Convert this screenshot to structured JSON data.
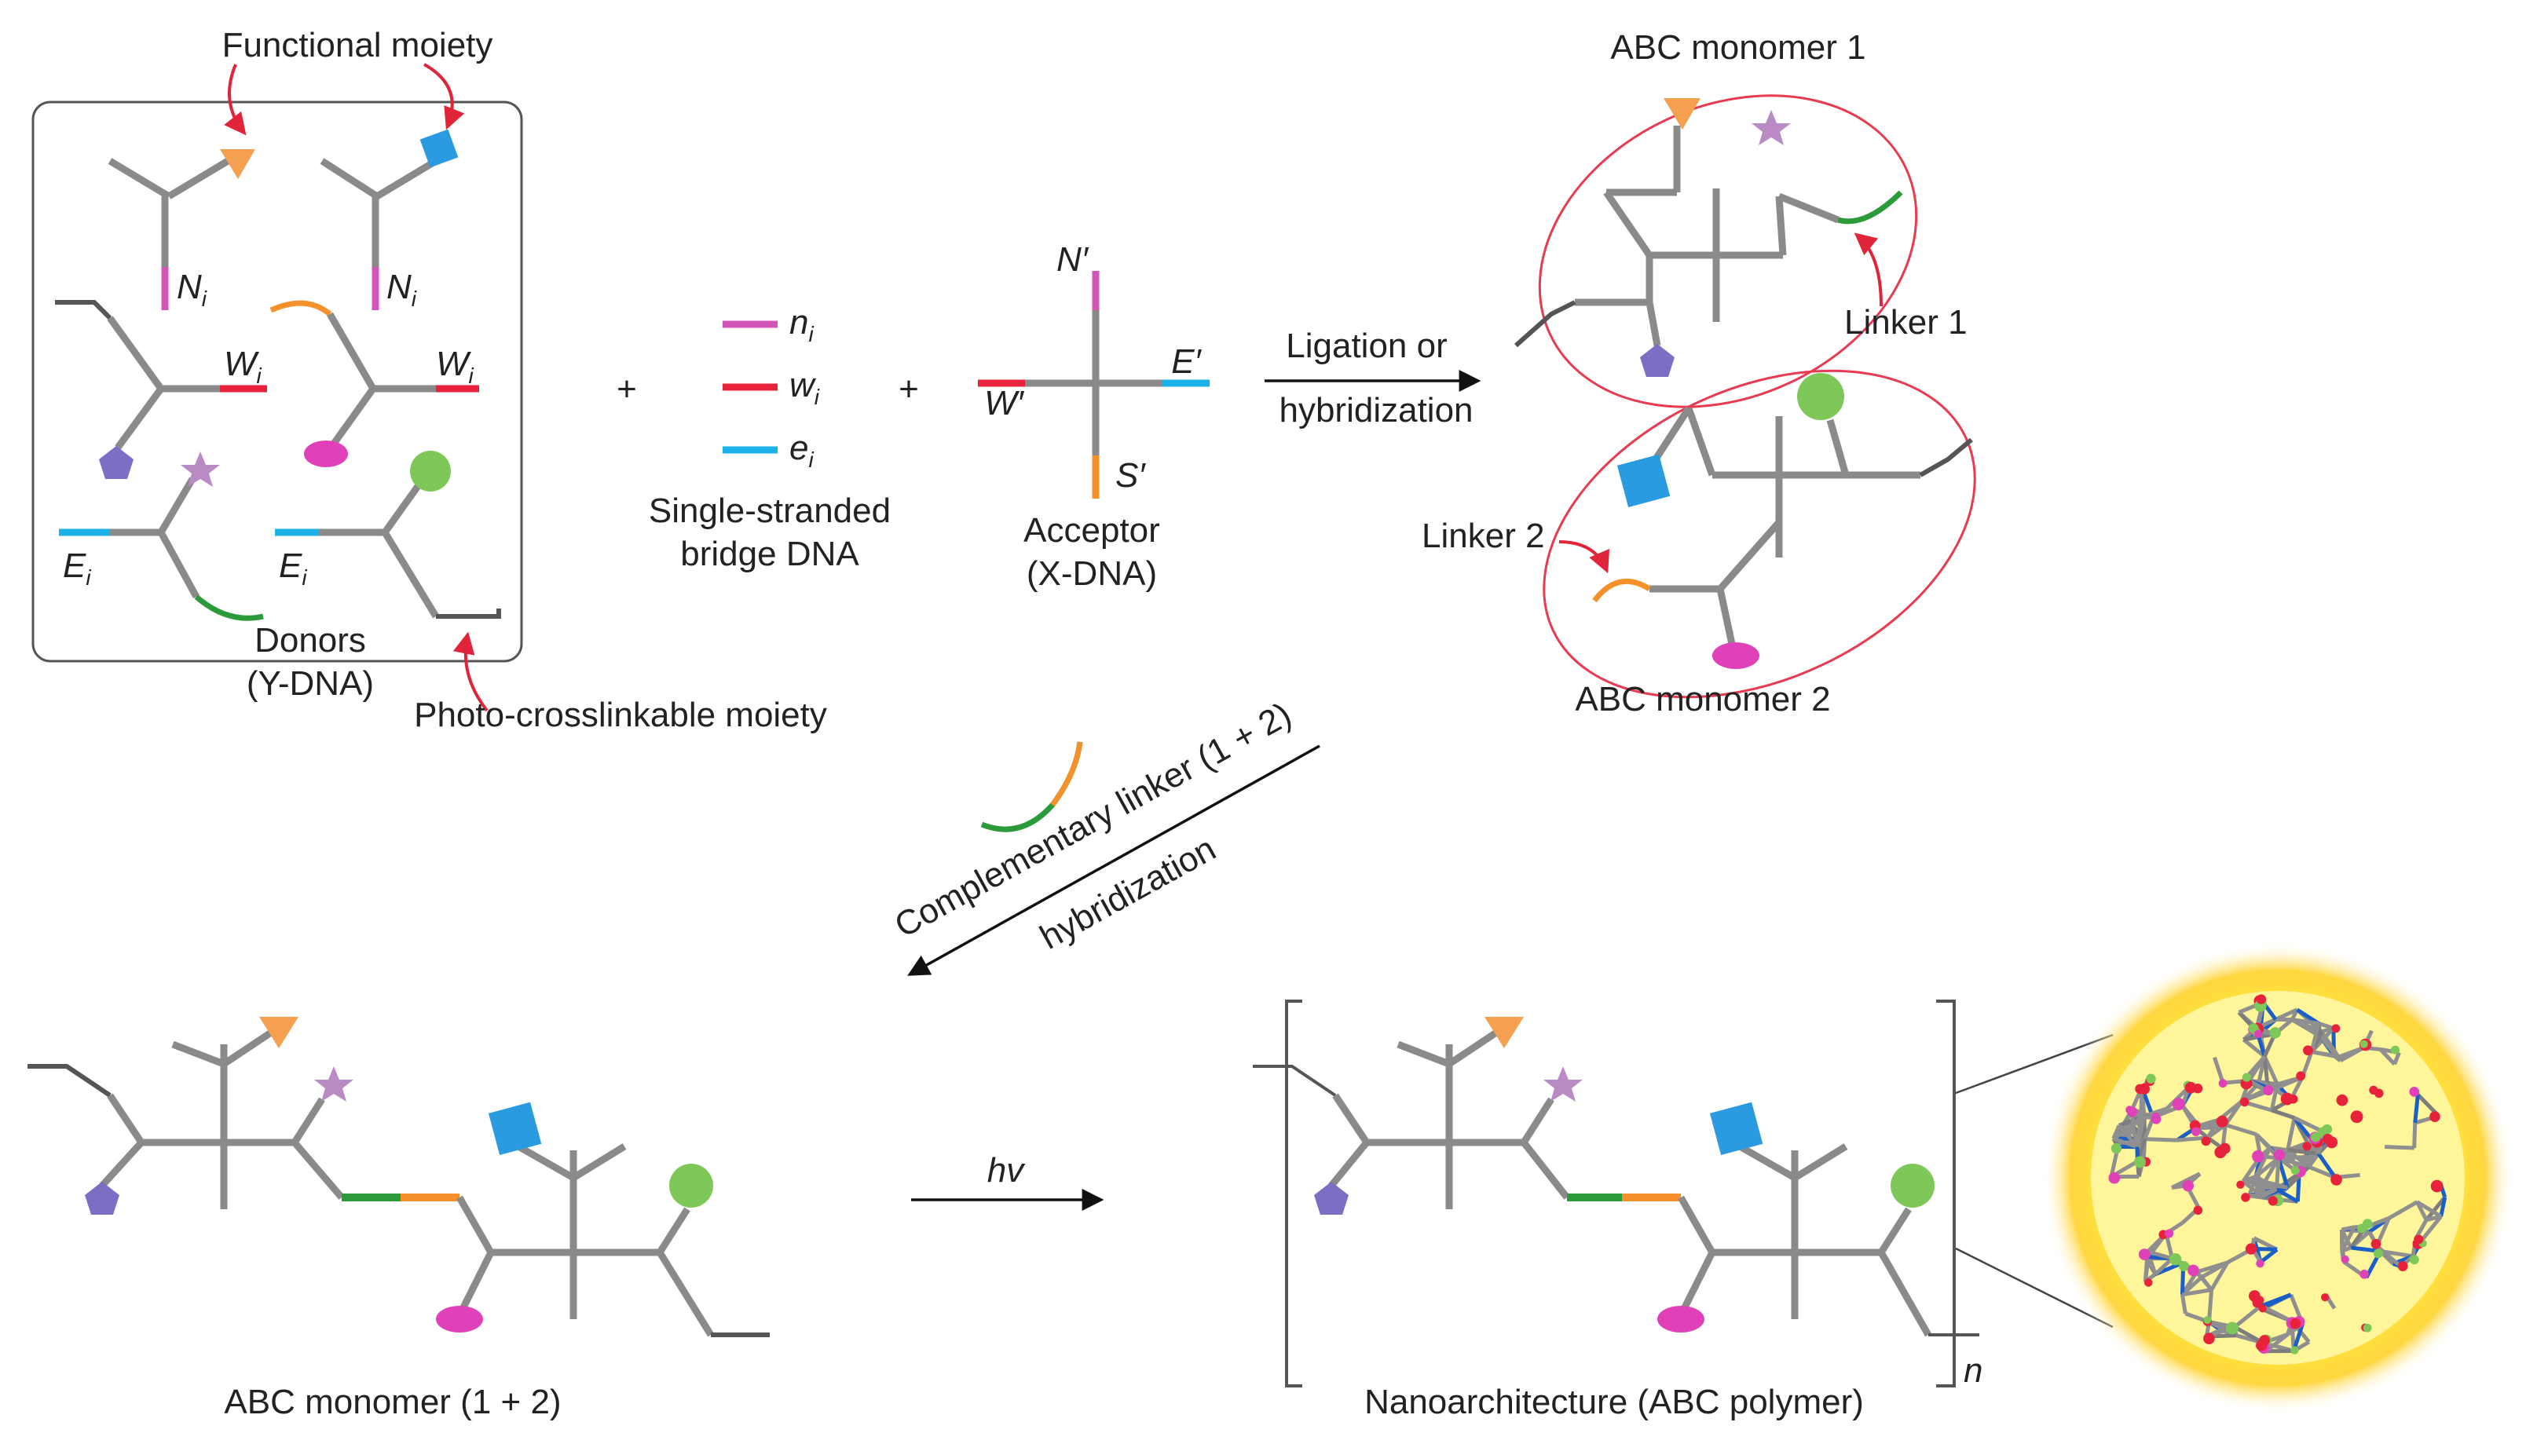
{
  "labels": {
    "functional_moiety": "Functional moiety",
    "donors": "Donors",
    "donors_sub": "(Y-DNA)",
    "photo_moiety": "Photo-crosslinkable moiety",
    "plus": "+",
    "ni": "n",
    "wi": "w",
    "ei": "e",
    "sub_i": "i",
    "bridge_1": "Single-stranded",
    "bridge_2": "bridge DNA",
    "acceptor": "Acceptor",
    "acceptor_sub": "(X-DNA)",
    "N_prime": "N′",
    "E_prime": "E′",
    "W_prime": "W′",
    "S_prime": "S′",
    "N_i": "N",
    "W_i": "W",
    "E_i": "E",
    "ligation_1": "Ligation or",
    "ligation_2": "hybridization",
    "monomer1": "ABC monomer 1",
    "monomer2": "ABC monomer 2",
    "linker1": "Linker 1",
    "linker2": "Linker 2",
    "comp_linker": "Complementary linker (1 + 2)",
    "comp_hyb": "hybridization",
    "hv": "hv",
    "monomer12": "ABC monomer (1 + 2)",
    "nano": "Nanoarchitecture (ABC polymer)",
    "n": "n"
  },
  "colors": {
    "dna": "#8a8a8a",
    "magenta": "#d455b8",
    "red": "#e8223a",
    "cyan": "#1ab2e8",
    "orange": "#f5902a",
    "green": "#2a9a3a",
    "purple": "#7a6fc4",
    "star": "#b98ac4",
    "blue_square": "#2a9be0",
    "green_ball": "#7ec85a",
    "pink_ellipse": "#e0409a",
    "red_ellipse": "#e8435a",
    "glow": "#ffe83a"
  },
  "icons": {
    "triangle": "orange-triangle-icon",
    "square": "blue-square-icon",
    "pentagon": "purple-pentagon-icon",
    "star": "purple-star-icon",
    "ball": "green-ball-icon",
    "ellipse": "pink-ellipse-icon"
  }
}
